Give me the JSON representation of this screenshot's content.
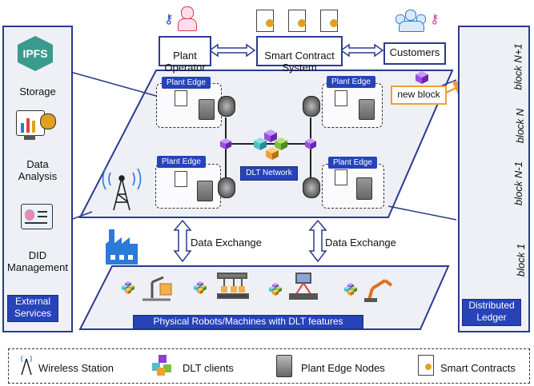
{
  "top": {
    "plant_operator": "Plant\nOperator",
    "smart_contract_system": "Smart Contract\nSystem",
    "customers": "Customers"
  },
  "external_services": {
    "title": "External\nServices",
    "items": [
      {
        "label": "Storage",
        "icon": "ipfs-icon",
        "icon_text": "IPFS"
      },
      {
        "label": "Data\nAnalysis",
        "icon": "data-analysis-icon"
      },
      {
        "label": "DID\nManagement",
        "icon": "id-card-icon"
      }
    ]
  },
  "network": {
    "plant_edge_label": "Plant Edge",
    "dlt_network_label": "DLT Network",
    "new_block_label": "new block"
  },
  "data_exchange_label": "Data Exchange",
  "physical_robots_label": "Physical Robots/Machines with DLT features",
  "ledger": {
    "title": "Distributed\nLedger",
    "blocks": [
      "block N+1",
      "block N",
      "block N-1",
      "block 1"
    ]
  },
  "legend": [
    {
      "label": "Wireless Station",
      "icon": "wireless-station-icon"
    },
    {
      "label": "DLT clients",
      "icon": "dlt-client-icon"
    },
    {
      "label": "Plant Edge Nodes",
      "icon": "server-icon"
    },
    {
      "label": "Smart Contracts",
      "icon": "smart-contract-icon"
    }
  ],
  "colors": {
    "accent": "#2743b8",
    "cube": "#8a3fd1",
    "cube_dark": "#5e1fa0",
    "arrow_orange": "#f0a030"
  }
}
